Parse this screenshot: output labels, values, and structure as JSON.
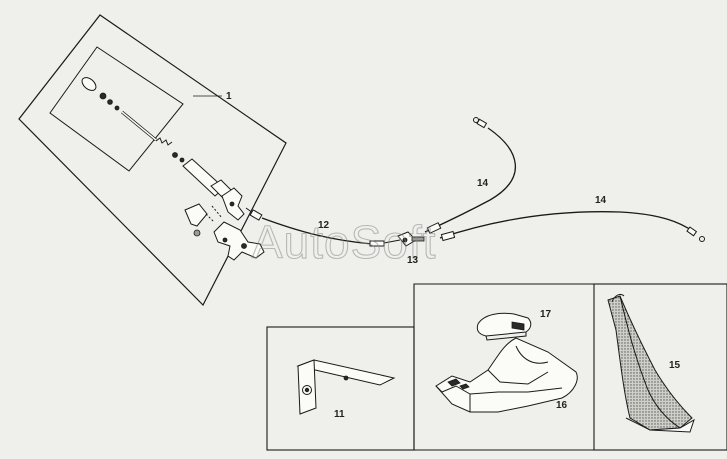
{
  "diagram": {
    "callouts": {
      "c1": "1",
      "c11": "11",
      "c12": "12",
      "c13": "13",
      "c14a": "14",
      "c14b": "14",
      "c15": "15",
      "c16": "16",
      "c17": "17"
    },
    "watermark": "AutoSoft"
  }
}
